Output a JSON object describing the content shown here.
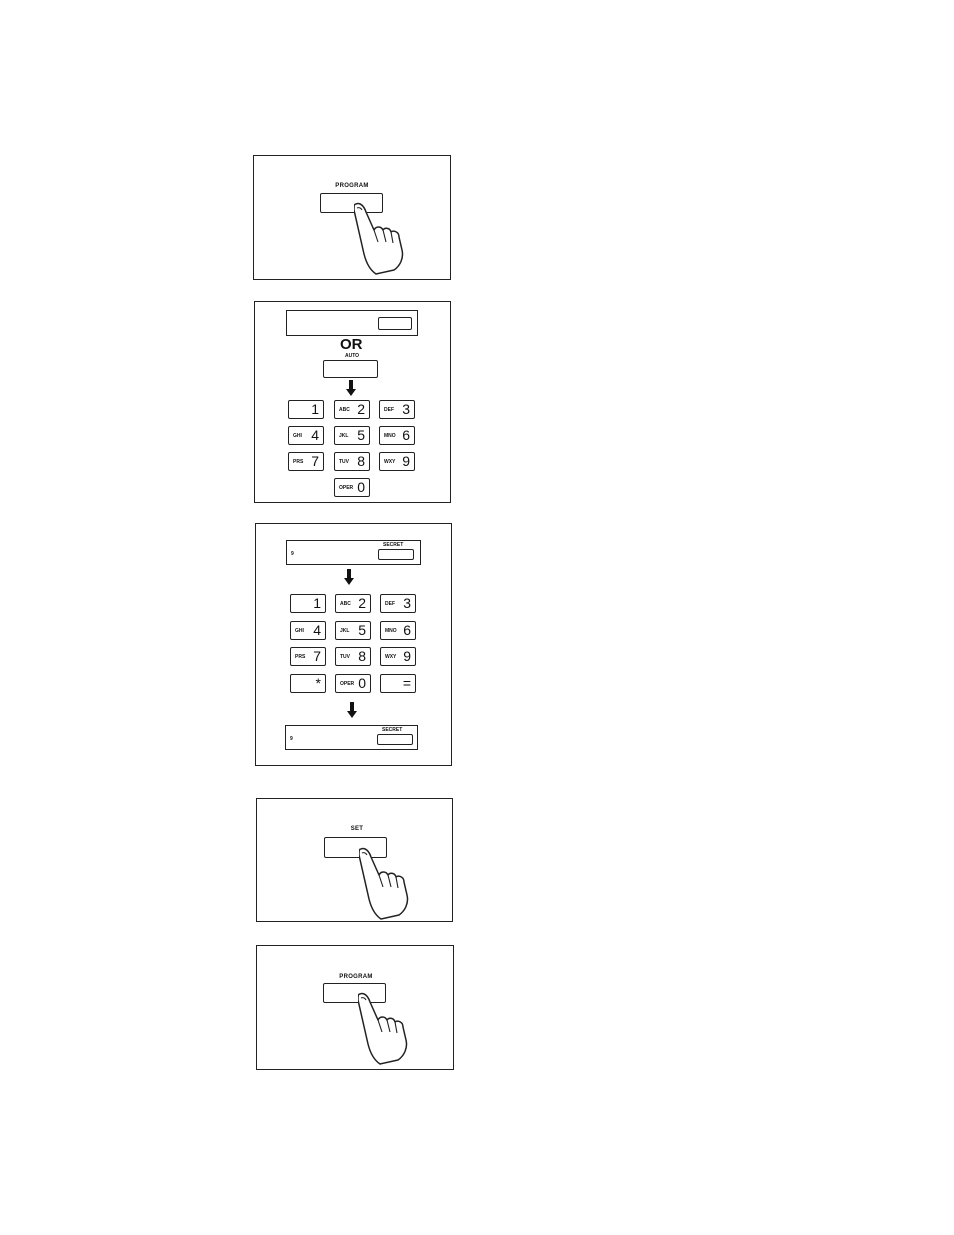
{
  "step1": {
    "button_label": "PROGRAM"
  },
  "step2": {
    "or_text": "OR",
    "auto_label": "AUTO",
    "keys": [
      {
        "letters": "",
        "digit": "1"
      },
      {
        "letters": "ABC",
        "digit": "2"
      },
      {
        "letters": "DEF",
        "digit": "3"
      },
      {
        "letters": "GHI",
        "digit": "4"
      },
      {
        "letters": "JKL",
        "digit": "5"
      },
      {
        "letters": "MNO",
        "digit": "6"
      },
      {
        "letters": "PRS",
        "digit": "7"
      },
      {
        "letters": "TUV",
        "digit": "8"
      },
      {
        "letters": "WXY",
        "digit": "9"
      },
      {
        "letters": "OPER",
        "digit": "0"
      }
    ]
  },
  "step3": {
    "secret_label": "SECRET",
    "display_digit": "9",
    "keys": [
      {
        "letters": "",
        "digit": "1"
      },
      {
        "letters": "ABC",
        "digit": "2"
      },
      {
        "letters": "DEF",
        "digit": "3"
      },
      {
        "letters": "GHI",
        "digit": "4"
      },
      {
        "letters": "JKL",
        "digit": "5"
      },
      {
        "letters": "MNO",
        "digit": "6"
      },
      {
        "letters": "PRS",
        "digit": "7"
      },
      {
        "letters": "TUV",
        "digit": "8"
      },
      {
        "letters": "WXY",
        "digit": "9"
      },
      {
        "letters": "",
        "digit": "*"
      },
      {
        "letters": "OPER",
        "digit": "0"
      },
      {
        "letters": "",
        "digit": "="
      }
    ]
  },
  "step4": {
    "button_label": "SET"
  },
  "step5": {
    "button_label": "PROGRAM"
  }
}
